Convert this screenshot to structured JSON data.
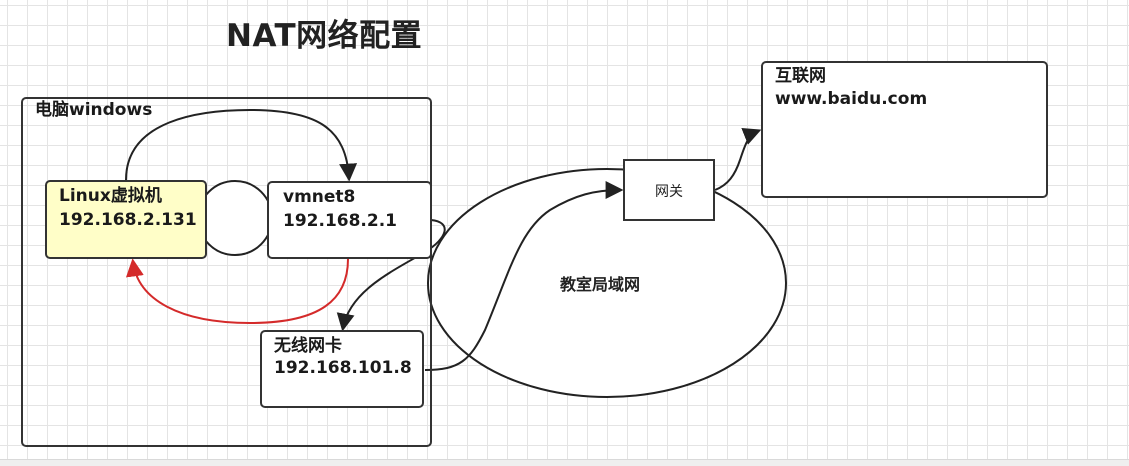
{
  "diagram": {
    "title": "NAT网络配置",
    "host_box": {
      "label": "电脑windows"
    },
    "linux_vm": {
      "name": "Linux虚拟机",
      "ip": "192.168.2.131"
    },
    "vmnet8": {
      "name": "vmnet8",
      "ip": "192.168.2.1"
    },
    "wireless_nic": {
      "name": "无线网卡",
      "ip": "192.168.101.8"
    },
    "gateway": {
      "label": "网关"
    },
    "classroom_lan": {
      "label": "教室局域网"
    },
    "internet": {
      "name": "互联网",
      "url": "www.baidu.com"
    }
  },
  "colors": {
    "linux_fill": "#fffec8",
    "return_arrow": "#d42a2a",
    "stroke": "#222222"
  }
}
